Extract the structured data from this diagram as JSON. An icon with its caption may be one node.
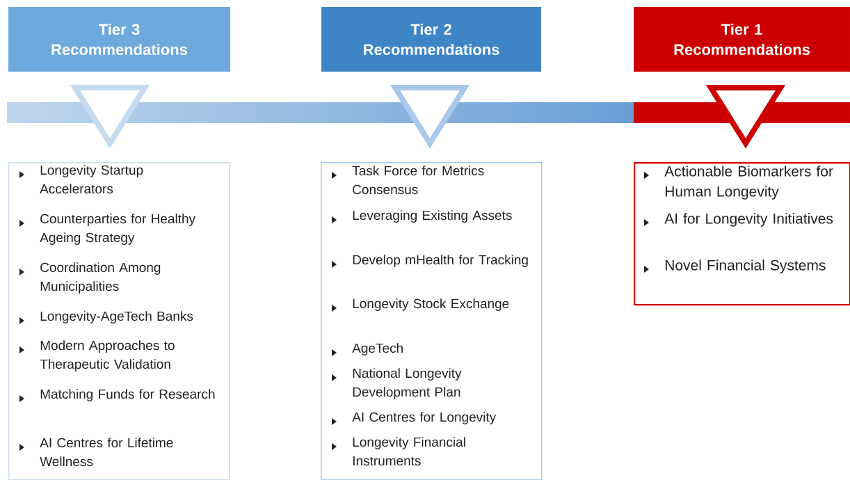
{
  "diagram": {
    "nodes": [
      {
        "text": [
          "Tier 3 Recommendations"
        ]
      },
      {
        "text": [
          "Tier 2 Recommendations"
        ]
      },
      {
        "text": [
          "Tier 1 Recommendations"
        ]
      },
      {
        "text": [
          "Longevity Startup Accelerators",
          "Counterparties for Healthy Ageing Strategy",
          "Coordination Among Municipalities",
          "Longevity-AgeTech Banks",
          "Modern Approaches to Therapeutic Validation",
          "Matching Funds for Research",
          "AI Centres for Lifetime Wellness"
        ]
      },
      {
        "text": [
          "Task Force for Metrics Consensus",
          "Leveraging Existing Assets",
          "Develop mHealth for Tracking",
          "Longevity Stock Exchange",
          "AgeTech",
          "National Longevity Development Plan",
          "AI Centres for Longevity",
          "Longevity Financial Instruments"
        ]
      },
      {
        "text": [
          "Actionable Biomarkers for Human Longevity",
          "AI for Longevity Initiatives",
          "Novel Financial Systems"
        ]
      }
    ]
  }
}
